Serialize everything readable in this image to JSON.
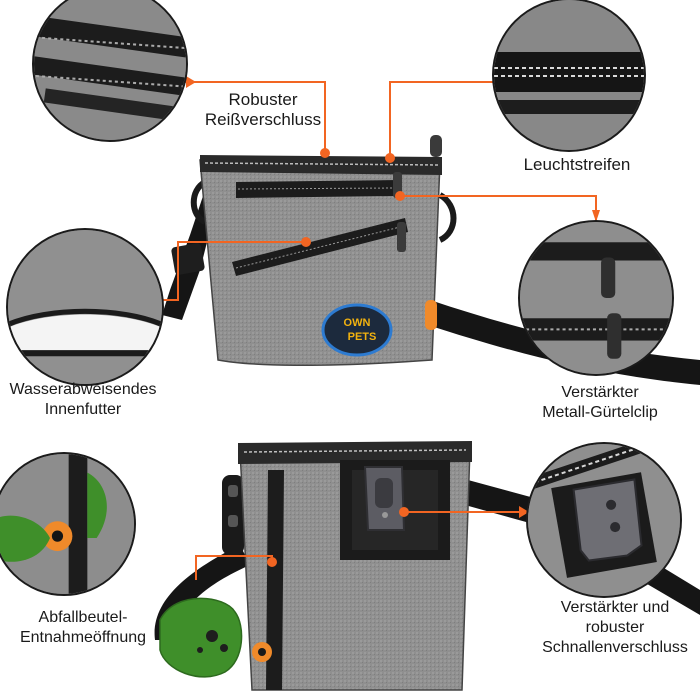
{
  "labels": {
    "zipper": [
      "Robuster",
      "Reißverschluss"
    ],
    "reflective": "Leuchtstreifen",
    "lining": [
      "Wasserabweisendes",
      "Innenfutter"
    ],
    "clip": [
      "Verstärkter",
      "Metall-Gürtelclip"
    ],
    "dispenser": [
      "Abfallbeutel-",
      "Entnahmeöffnung"
    ],
    "buckle": [
      "Verstärkter und",
      "robuster",
      "Schnallenverschluss"
    ]
  },
  "brand": {
    "logo_text": [
      "OWN",
      "PETS"
    ]
  },
  "colors": {
    "callout": "#f26522",
    "fabric": "#8d8d8d",
    "fabric_dark": "#6f6f6f",
    "strap": "#151515",
    "accent_orange": "#f08a2a",
    "poop_bag": "#3f8f2a"
  },
  "icons": {
    "logo": "own-pets-logo",
    "zipper_pull": "zipper-pull-icon"
  }
}
